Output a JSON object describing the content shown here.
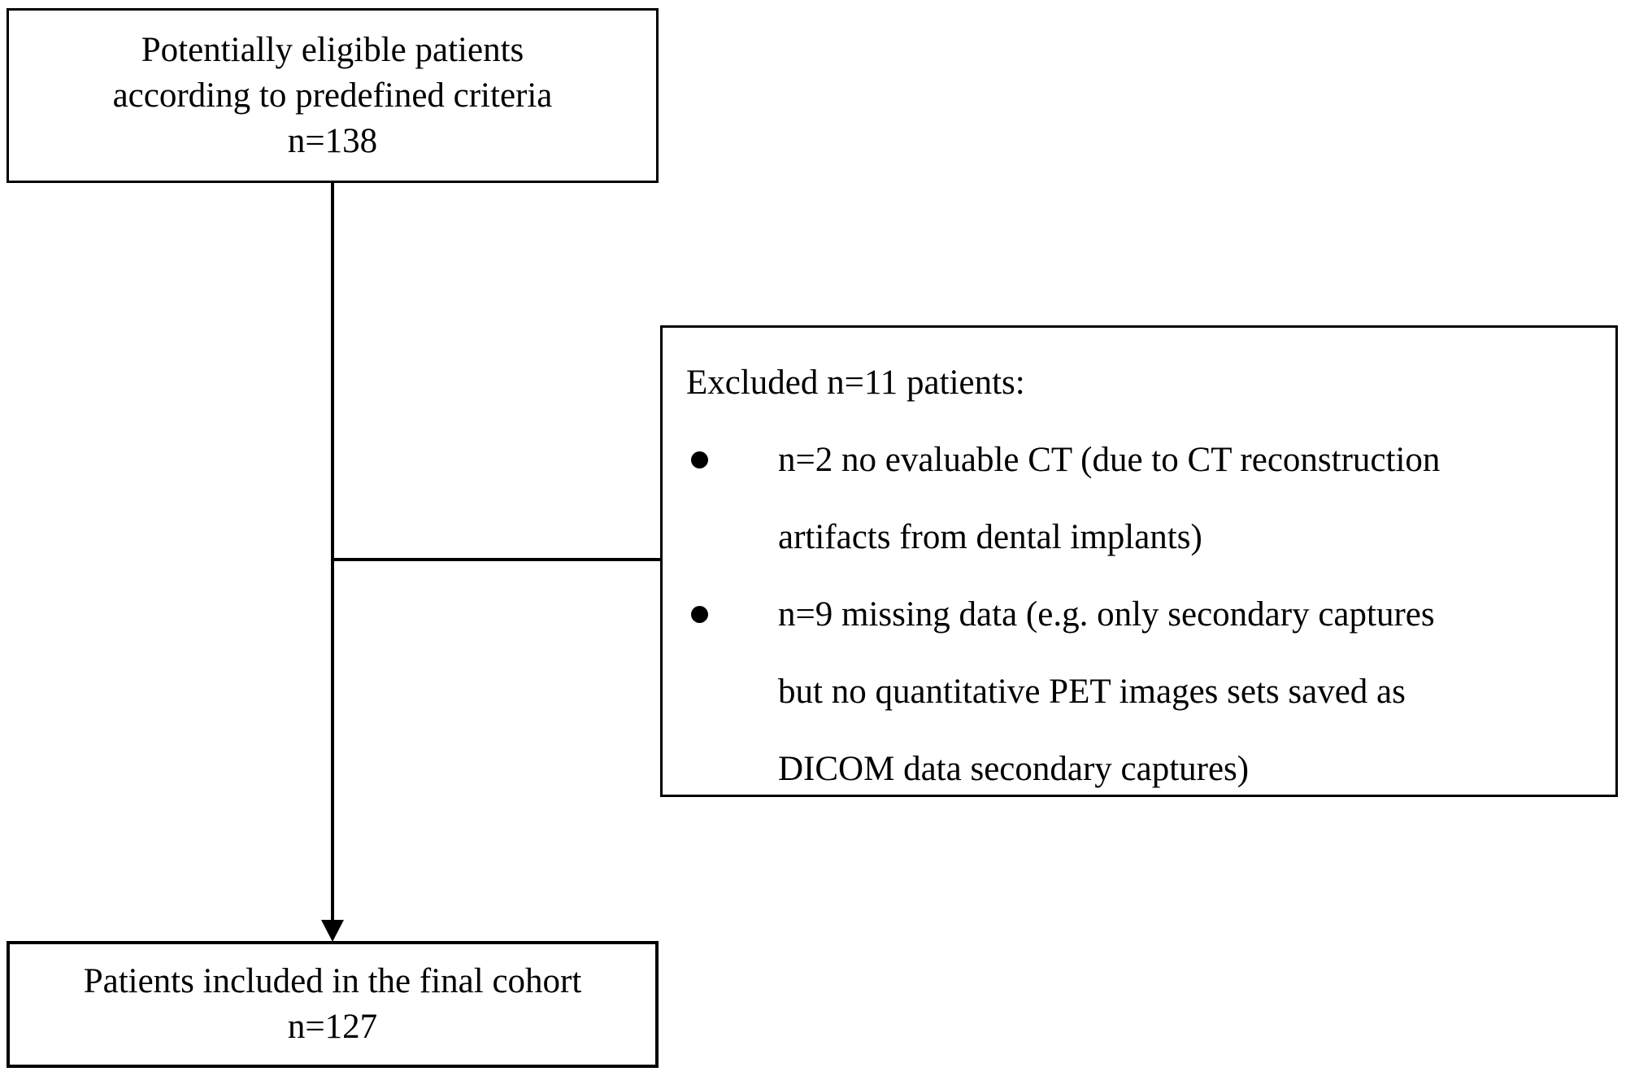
{
  "colors": {
    "line": "#000000",
    "background": "#ffffff",
    "text": "#000000"
  },
  "icons": {
    "bullet": "filled-circle-bullet",
    "arrow": "down-arrowhead-triangle"
  },
  "top_box": {
    "text": "Potentially eligible patients according to predefined criteria n=138",
    "lines": [
      "Potentially eligible patients",
      "according to predefined criteria",
      "n=138"
    ],
    "count": 138
  },
  "right_box": {
    "heading": "Excluded n=11 patients:",
    "excluded_count": 11,
    "bullets": [
      {
        "text": "n=2 no evaluable CT (due to CT reconstruction artifacts from dental implants)",
        "count": 2,
        "lines": [
          "n=2 no evaluable CT (due to CT reconstruction",
          "artifacts from dental implants)"
        ]
      },
      {
        "text": "n=9 missing data (e.g. only secondary captures but no quantitative PET images sets saved as DICOM data secondary captures)",
        "count": 9,
        "lines": [
          "n=9 missing data (e.g. only secondary captures",
          "but no quantitative PET images sets saved as",
          "DICOM data secondary captures)"
        ]
      }
    ]
  },
  "bottom_box": {
    "text": "Patients included in the final cohort n=127",
    "lines": [
      "Patients included in the final cohort",
      "n=127"
    ],
    "count": 127
  }
}
